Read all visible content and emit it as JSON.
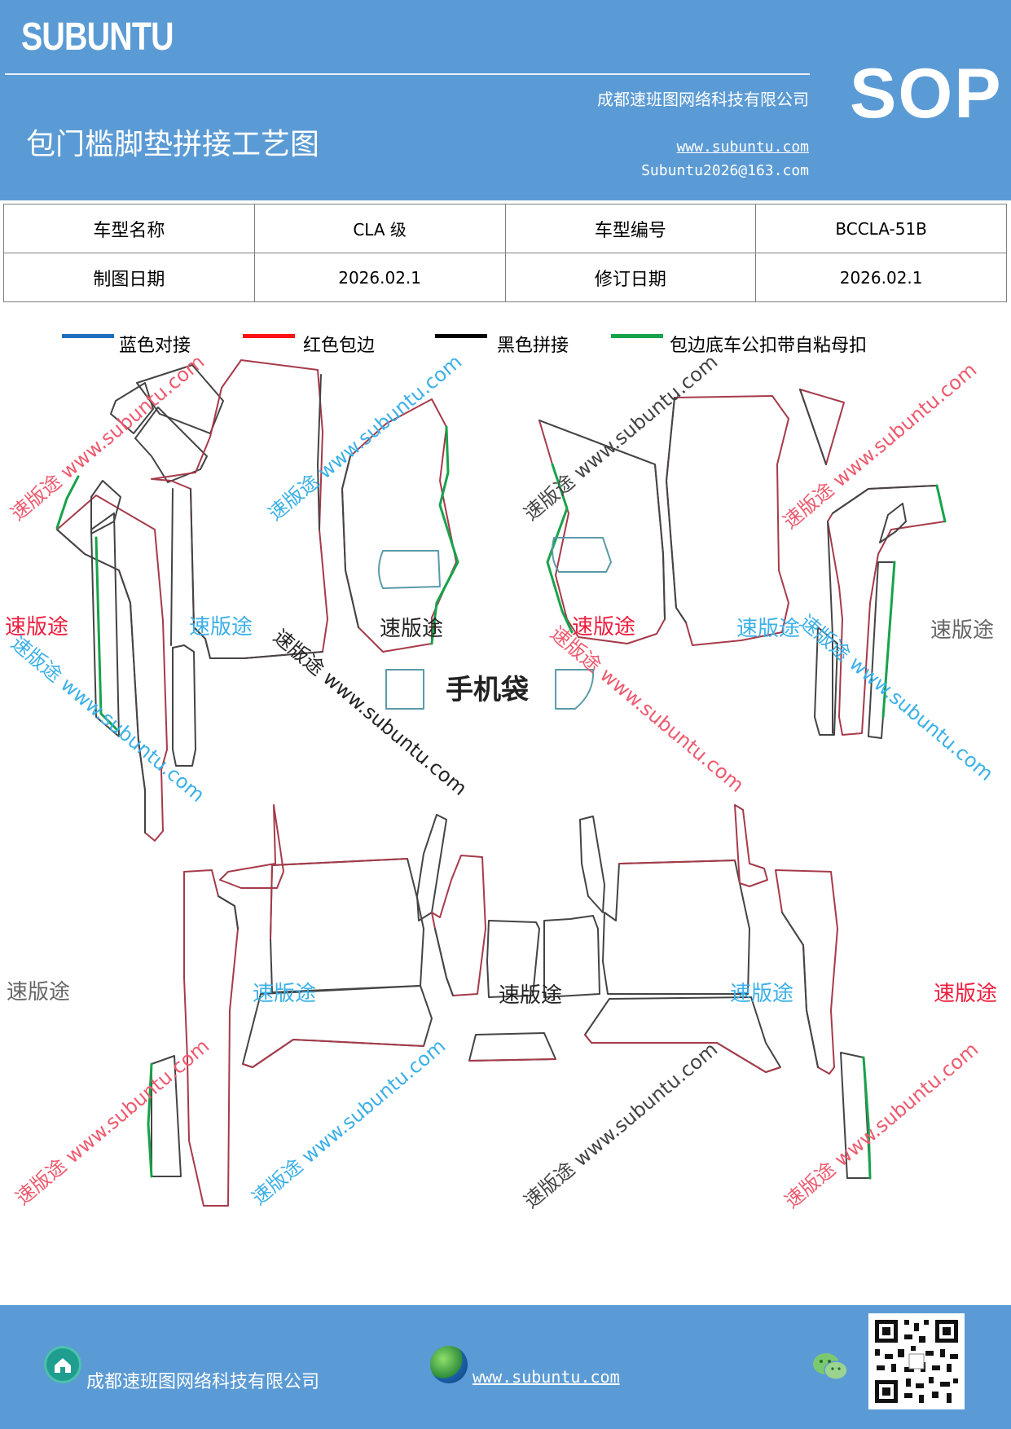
{
  "header": {
    "brand": "SUBUNTU",
    "title": "包门槛脚垫拼接工艺图",
    "company": "成都速班图网络科技有限公司",
    "url": "www.subuntu.com",
    "email": "Subuntu2026@163.com",
    "badge": "SOP"
  },
  "info": {
    "model_name_label": "车型名称",
    "model_name": "CLA 级",
    "model_code_label": "车型编号",
    "model_code": "BCCLA-51B",
    "draw_date_label": "制图日期",
    "draw_date": "2026.02.1",
    "revise_date_label": "修订日期",
    "revise_date": "2026.02.1"
  },
  "legend": [
    {
      "label": "蓝色对接",
      "color": "#1f6fbf"
    },
    {
      "label": "红色包边",
      "color": "#ff1111"
    },
    {
      "label": "黑色拼接",
      "color": "#000000"
    },
    {
      "label": "包边底车公扣带自粘母扣",
      "color": "#17a34a"
    }
  ],
  "diagram": {
    "phone_pocket": "手机袋",
    "brand_mark": "速版途",
    "watermark_url": "www.subuntu.com",
    "stamp_colors": {
      "red": "#ee1c3c",
      "blue": "#3bb0e8",
      "black": "#222222",
      "gray": "#666666"
    }
  },
  "footer": {
    "company": "成都速班图网络科技有限公司",
    "url": "www.subuntu.com",
    "icons": [
      "home-icon",
      "globe-icon",
      "wechat-icon",
      "qr-code"
    ]
  }
}
